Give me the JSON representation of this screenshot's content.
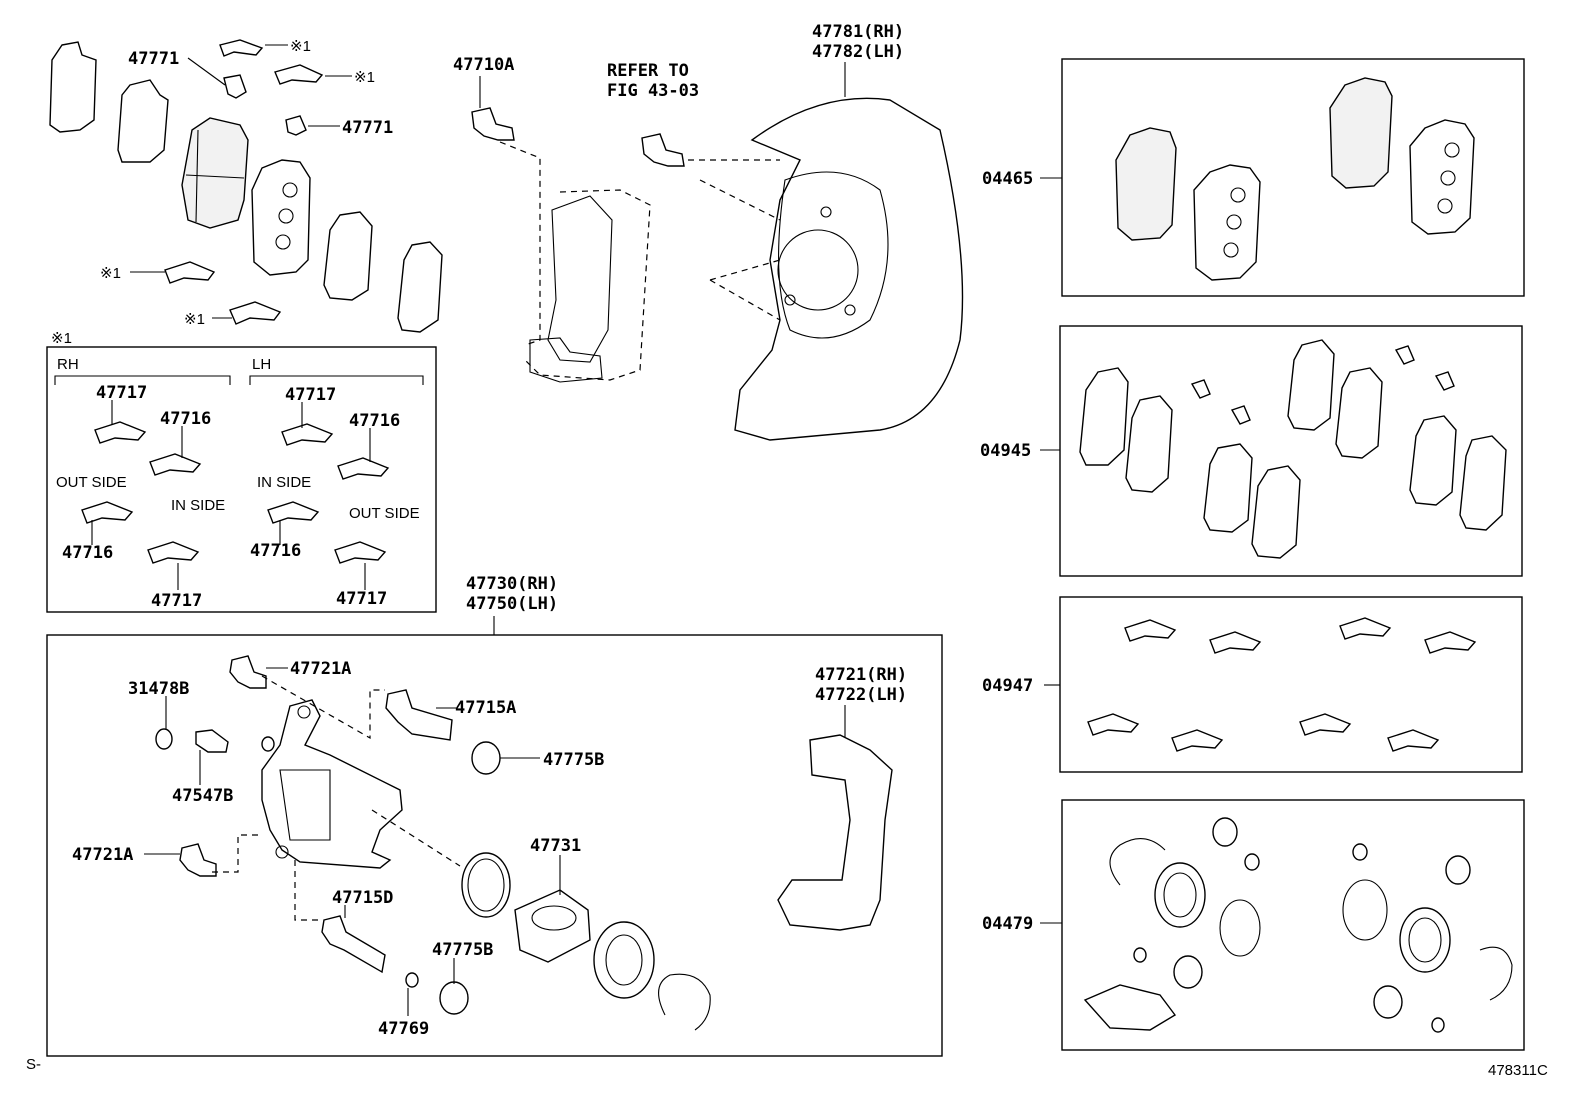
{
  "labels": {
    "clip_47771_a": "47771",
    "clip_47771_b": "47771",
    "mark_1a": "※1",
    "mark_1b": "※1",
    "mark_1c": "※1",
    "mark_1d": "※1",
    "bolt_47710a": "47710A",
    "refer_line1": "REFER TO",
    "refer_line2": "FIG 43-03",
    "cover_rh": "47781(RH)",
    "cover_lh": "47782(LH)",
    "box04465": "04465",
    "box04945": "04945",
    "box04947": "04947",
    "box04479": "04479",
    "inset_mark": "※1",
    "inset_rh": "RH",
    "inset_lh": "LH",
    "inset_47717_a": "47717",
    "inset_47716_a": "47716",
    "inset_47717_b": "47717",
    "inset_47716_b": "47716",
    "out_side_a": "OUT SIDE",
    "in_side_a": "IN SIDE",
    "in_side_b": "IN SIDE",
    "out_side_b": "OUT SIDE",
    "inset_47716_c": "47716",
    "inset_47716_d": "47716",
    "inset_47717_c": "47717",
    "inset_47717_d": "47717",
    "caliper_rh": "47730(RH)",
    "caliper_lh": "47750(LH)",
    "bolt_47721a_top": "47721A",
    "cap_31478b": "31478B",
    "pin_47715a": "47715A",
    "boot_47775b_a": "47775B",
    "bleeder_47547b": "47547B",
    "mount_rh": "47721(RH)",
    "mount_lh": "47722(LH)",
    "bolt_47721a_left": "47721A",
    "piston_47731": "47731",
    "pin_47715d": "47715D",
    "boot_47775b_b": "47775B",
    "bushing_47769": "47769",
    "page_ref": "S-",
    "figure_id": "478311C"
  }
}
